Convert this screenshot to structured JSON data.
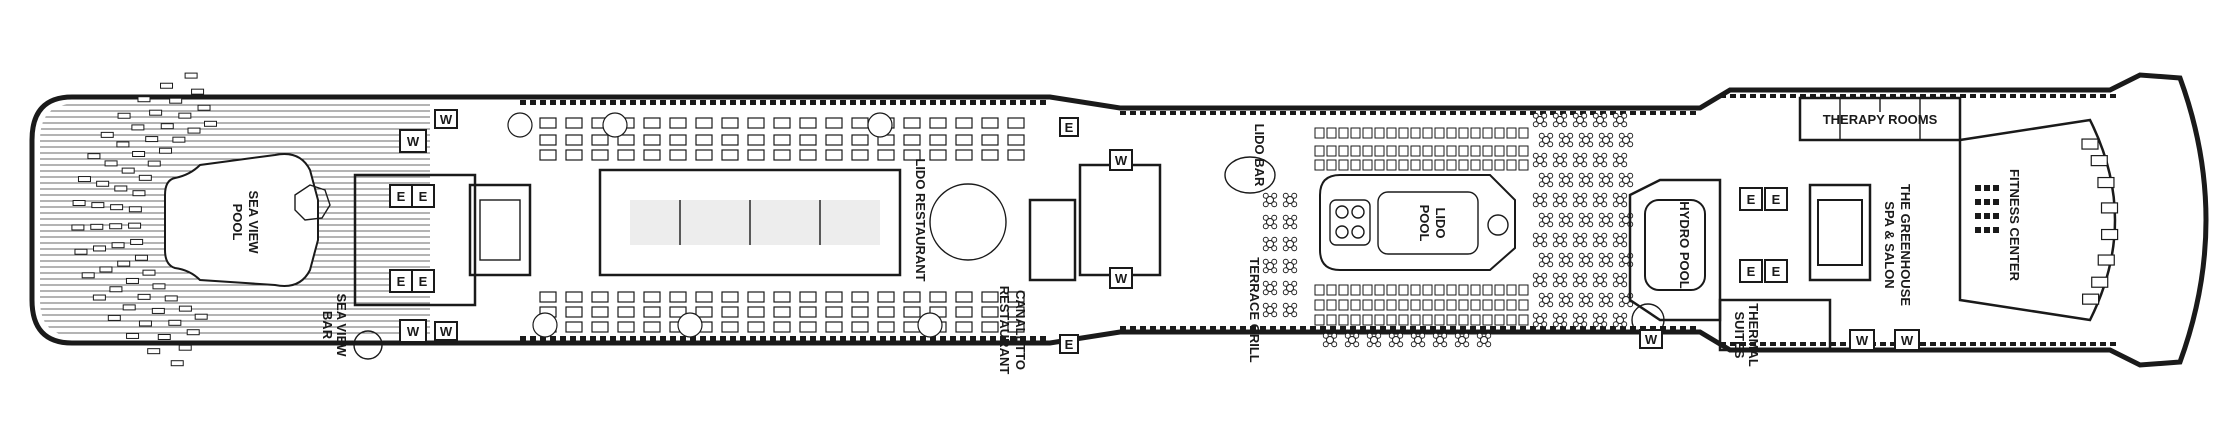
{
  "deck": {
    "colors": {
      "line": "#1a1a1a",
      "background": "#ffffff"
    },
    "labels": {
      "sea_view_pool": [
        "SEA VIEW",
        "POOL"
      ],
      "sea_view_bar": [
        "SEA VIEW",
        "BAR"
      ],
      "lido_restaurant": "LIDO RESTAURANT",
      "canaletto_restaurant": [
        "CANALETTO",
        "RESTAURANT"
      ],
      "lido_bar": "LIDO BAR",
      "terrace_grill": "TERRACE GRILL",
      "lido_pool": [
        "LIDO",
        "POOL"
      ],
      "hydro_pool": "HYDRO POOL",
      "thermal_suites": [
        "THERMAL",
        "SUITES"
      ],
      "therapy_rooms": "THERAPY ROOMS",
      "greenhouse_spa": [
        "THE GREENHOUSE",
        "SPA & SALON"
      ],
      "fitness_center": "FITNESS CENTER"
    },
    "elevator_mark": "E",
    "washroom_mark": "W"
  }
}
